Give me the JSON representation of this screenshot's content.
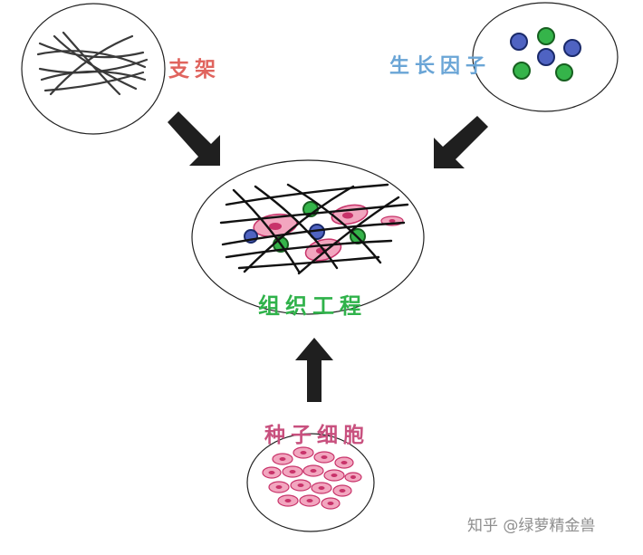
{
  "labels": {
    "scaffold": "支架",
    "growth_factor": "生长因子",
    "tissue_engineering": "组织工程",
    "seed_cells": "种子细胞"
  },
  "watermark": "知乎 @绿萝精金兽",
  "colors": {
    "scaffold_label": "#e0645e",
    "growth_label": "#6aa5d6",
    "tissue_label": "#2fb24a",
    "seed_label": "#c8507e",
    "growth_green": "#35b44a",
    "growth_blue": "#4f63c2",
    "cell_pink": "#f2a6bf",
    "cell_nucleus": "#c8336a",
    "fiber": "#222222",
    "arrow": "#1f1f1f"
  }
}
